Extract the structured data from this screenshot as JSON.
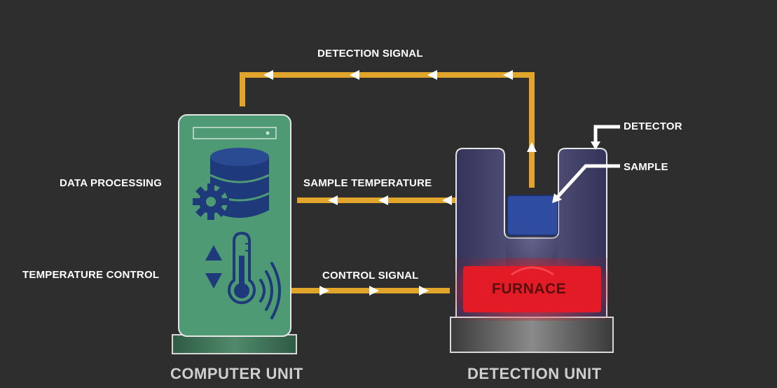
{
  "labels": {
    "detection_signal": "DETECTION SIGNAL",
    "sample_temperature": "SAMPLE TEMPERATURE",
    "control_signal": "CONTROL SIGNAL",
    "data_processing": "DATA PROCESSING",
    "temperature_control": "TEMPERATURE CONTROL",
    "detector": "DETECTOR",
    "sample": "SAMPLE",
    "furnace": "FURNACE",
    "computer_unit": "COMPUTER UNIT",
    "detection_unit": "DETECTION UNIT"
  },
  "colors": {
    "background": "#2e2e2e",
    "signal_line": "#e0a52a",
    "computer_body": "#4e9a74",
    "computer_base": "#3a6b52",
    "detector_body": "#3b3a5e",
    "sample_block": "#2f4da0",
    "furnace": "#e21b26",
    "icon_navy": "#1f3a7a"
  },
  "icons": {
    "database": "database-icon",
    "gear": "gear-icon",
    "thermometer": "thermometer-icon",
    "up_arrow": "triangle-up-icon",
    "down_arrow": "triangle-down-icon",
    "waves": "signal-waves-icon"
  }
}
